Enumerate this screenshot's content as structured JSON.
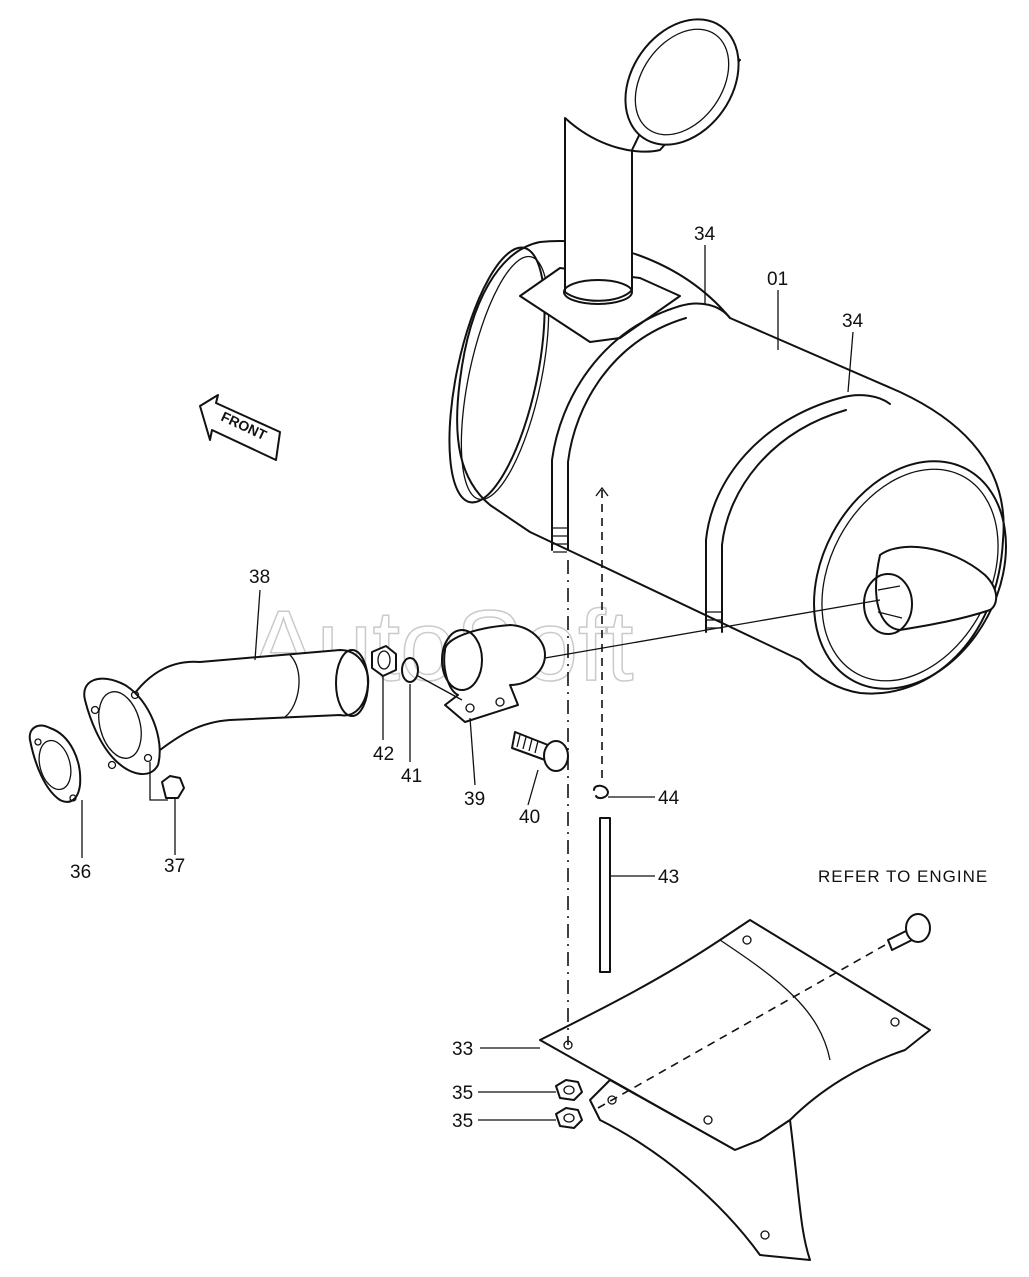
{
  "watermark": "AutoSoft",
  "front_marker": "FRONT",
  "note": "REFER TO ENGINE",
  "labels": {
    "p01": "01",
    "p33": "33",
    "p34a": "34",
    "p34b": "34",
    "p35a": "35",
    "p35b": "35",
    "p36": "36",
    "p37": "37",
    "p38": "38",
    "p39": "39",
    "p40": "40",
    "p41": "41",
    "p42": "42",
    "p43": "43",
    "p44": "44"
  }
}
